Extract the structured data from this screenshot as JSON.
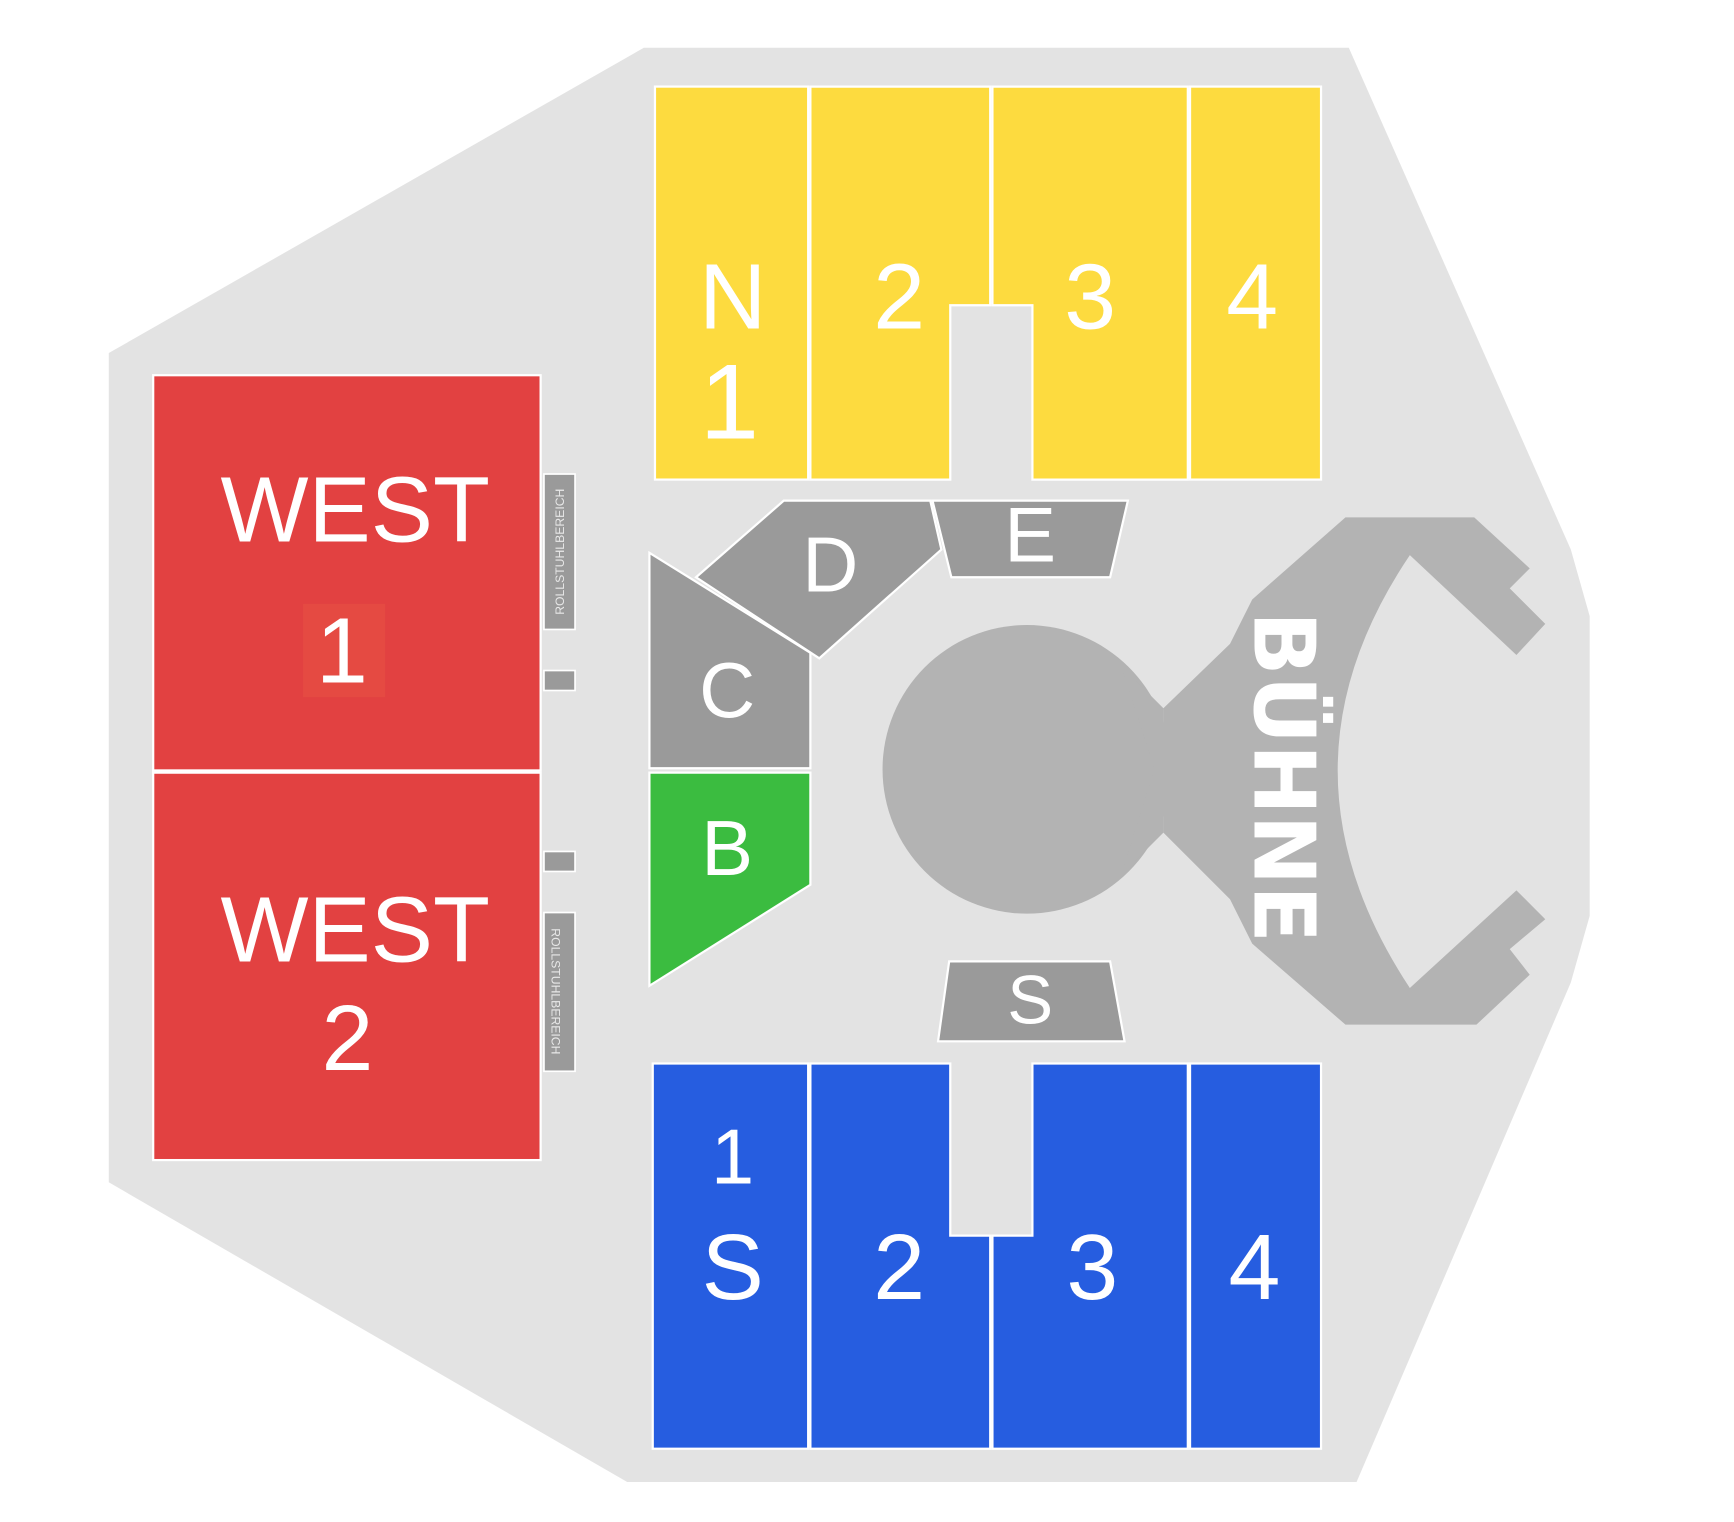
{
  "colors": {
    "venue": "#e3e3e3",
    "north": "#fddb3f",
    "south": "#265de0",
    "west": "#e24141",
    "block_b": "#3bbc40",
    "gray_block": "#9a9a9a",
    "stage": "#b3b3b3"
  },
  "north": {
    "blocks": [
      {
        "label_top": "N",
        "label_bottom": "1"
      },
      {
        "label": "2"
      },
      {
        "label": "3"
      },
      {
        "label": "4"
      }
    ]
  },
  "south": {
    "blocks": [
      {
        "label_top": "1",
        "label_bottom": "S"
      },
      {
        "label": "2"
      },
      {
        "label": "3"
      },
      {
        "label": "4"
      }
    ]
  },
  "west": {
    "west1": {
      "line1": "WEST",
      "line2": "1"
    },
    "west2": {
      "line1": "WEST",
      "line2": "2"
    }
  },
  "inner": {
    "b": "B",
    "c": "C",
    "d": "D",
    "e": "E",
    "s": "S"
  },
  "stage": {
    "label": "BÜHNE"
  },
  "wheelchair": {
    "upper": "ROLLSTUHLBEREICH",
    "lower": "ROLLSTUHLBEREICH"
  }
}
